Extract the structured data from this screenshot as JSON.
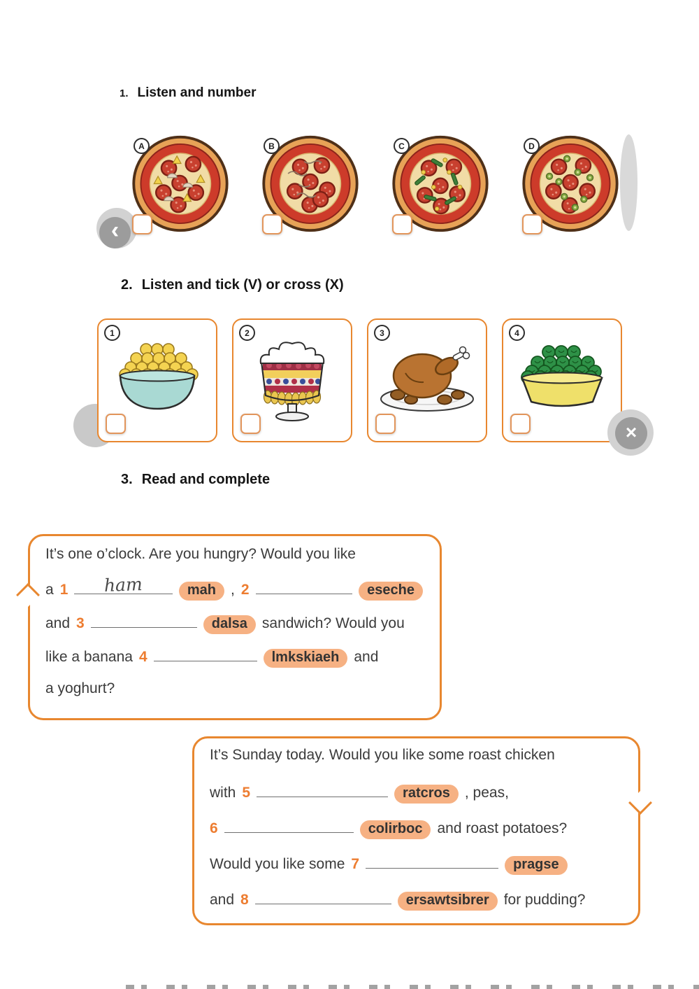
{
  "colors": {
    "accent": "#E8872F",
    "pill": "#F6B183",
    "number": "#ED7D31",
    "text": "#3b3b3b"
  },
  "nav": {
    "prev": "‹",
    "close": "×"
  },
  "section1": {
    "number": "1.",
    "title": "Listen and number",
    "items": [
      {
        "label": "A",
        "image": "pizza-pepperoni-pineapple-mushroom"
      },
      {
        "label": "B",
        "image": "pizza-pepperoni-onion"
      },
      {
        "label": "C",
        "image": "pizza-pepperoni-green-beans-corn"
      },
      {
        "label": "D",
        "image": "pizza-pepperoni-olives"
      }
    ]
  },
  "section2": {
    "number": "2.",
    "title": "Listen and tick (V) or cross (X)",
    "items": [
      {
        "label": "1",
        "image": "bowl-of-sweetcorn"
      },
      {
        "label": "2",
        "image": "trifle-dessert"
      },
      {
        "label": "3",
        "image": "roast-chicken"
      },
      {
        "label": "4",
        "image": "bowl-of-sprouts"
      }
    ]
  },
  "section3": {
    "number": "3.",
    "title": "Read and complete",
    "bubble1": {
      "line1": "It’s one o’clock. Are you hungry? Would you like",
      "line2": {
        "pre": "a",
        "num": "1",
        "answer": "ham",
        "pill": "mah",
        "mid": ",",
        "num2": "2",
        "pill2": "eseche"
      },
      "line3": {
        "pre": "and",
        "num": "3",
        "pill": "dalsa",
        "post": "sandwich? Would you"
      },
      "line4": {
        "pre": "like a banana",
        "num": "4",
        "pill": "lmkskiaeh",
        "post": "and"
      },
      "line5": "a yoghurt?"
    },
    "bubble2": {
      "line1": "It’s Sunday today. Would you like some roast chicken",
      "line2": {
        "pre": "with",
        "num": "5",
        "pill": "ratcros",
        "post": ", peas,"
      },
      "line3": {
        "num": "6",
        "pill": "colirboc",
        "post": "and roast potatoes?"
      },
      "line4": {
        "pre": "Would you like some",
        "num": "7",
        "pill": "pragse"
      },
      "line5": {
        "pre": "and",
        "num": "8",
        "pill": "ersawtsibrer",
        "post": "for pudding?"
      }
    }
  }
}
